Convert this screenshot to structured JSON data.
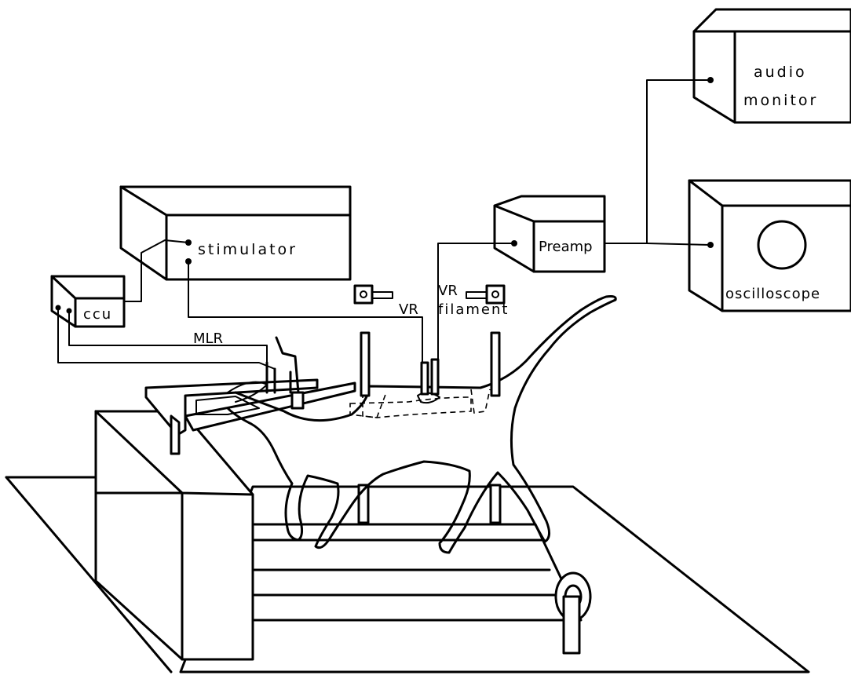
{
  "labels": {
    "audio_monitor_line1": "audio",
    "audio_monitor_line2": "monitor",
    "stimulator": "stimulator",
    "preamp": "Preamp",
    "oscilloscope": "oscilloscope",
    "ccu": "ccu",
    "vr": "VR",
    "vr_filament_line1": "VR",
    "vr_filament_line2": "filament",
    "mlr": "MLR"
  },
  "colors": {
    "ink": "#000000",
    "paper": "#ffffff"
  }
}
